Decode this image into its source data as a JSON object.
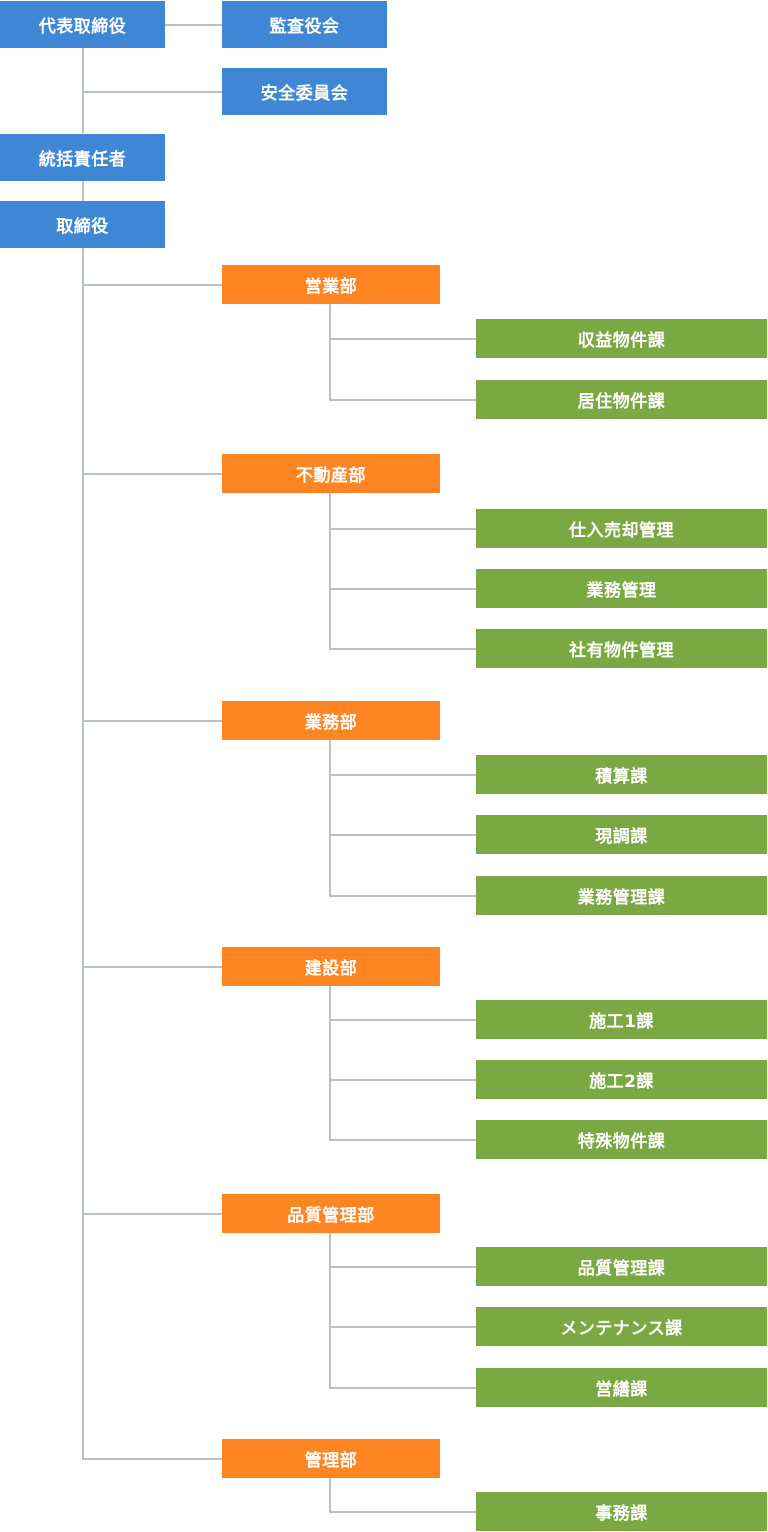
{
  "executives": {
    "ceo": "代表取締役",
    "audit": "監査役会",
    "safety": "安全委員会",
    "supervisor": "統括責任者",
    "director": "取締役"
  },
  "departments": [
    {
      "name": "営業部",
      "sections": [
        "収益物件課",
        "居住物件課"
      ]
    },
    {
      "name": "不動産部",
      "sections": [
        "仕入売却管理",
        "業務管理",
        "社有物件管理"
      ]
    },
    {
      "name": "業務部",
      "sections": [
        "積算課",
        "現調課",
        "業務管理課"
      ]
    },
    {
      "name": "建設部",
      "sections": [
        "施工1課",
        "施工2課",
        "特殊物件課"
      ]
    },
    {
      "name": "品質管理部",
      "sections": [
        "品質管理課",
        "メンテナンス課",
        "営繕課"
      ]
    },
    {
      "name": "管理部",
      "sections": [
        "事務課"
      ]
    }
  ],
  "colors": {
    "executive": "#3f86d4",
    "department": "#fd8524",
    "section": "#7aa843",
    "connector": "#b9c2cb"
  }
}
